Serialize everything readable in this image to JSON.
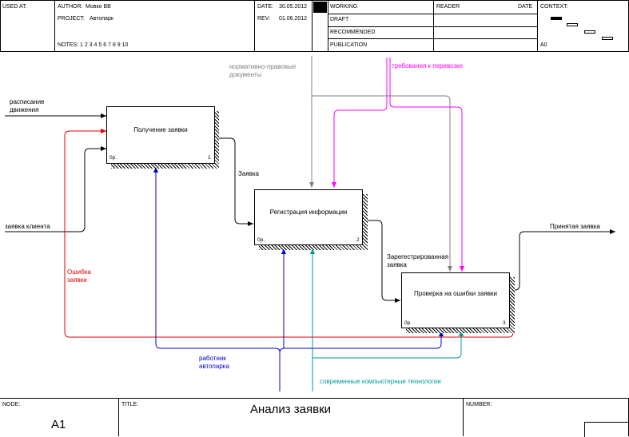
{
  "header": {
    "used_at": "USED AT:",
    "author_label": "AUTHOR:",
    "author": "Мовко ВВ",
    "project_label": "PROJECT:",
    "project": "Автопарк",
    "notes": "NOTES:  1  2  3  4  5  6  7  8  9  10",
    "date_label": "DATE:",
    "date": "30.05.2012",
    "rev_label": "REV:",
    "rev": "01.06.2012",
    "status": [
      "WORKING",
      "DRAFT",
      "RECOMMENDED",
      "PUBLICATION"
    ],
    "reader": "READER",
    "reader_date": "DATE",
    "context": "CONTEXT:",
    "context_node": "A0"
  },
  "boxes": [
    {
      "title": "Получение заявки",
      "cost": "0р.",
      "number": "1"
    },
    {
      "title": "Регистрация информации",
      "cost": "0р.",
      "number": "2"
    },
    {
      "title": "Проверка на ошибки заявки",
      "cost": "0р.",
      "number": "3"
    }
  ],
  "arrows": {
    "schedule": "расписание\nдвижения",
    "client_request": "заявка клиента",
    "regulatory": "нормативно-правовые\nдокументы",
    "transport_requirements": "требования к перевозке",
    "request": "Заявка",
    "registered_request": "Зарегестрированная\nзаявка",
    "accepted_request": "Принятая заявка",
    "request_error": "Ошибка\nзаявки",
    "fleet_worker": "работник\nавтопарка",
    "modern_tech": "современные компьютерные технологии"
  },
  "colors": {
    "red": "#e00000",
    "blue": "#0000cc",
    "magenta": "#ff00ff",
    "gray": "#808080",
    "teal": "#009999"
  },
  "footer": {
    "node_label": "NODE:",
    "node": "A1",
    "title_label": "TITLE:",
    "title": "Анализ заявки",
    "number_label": "NUMBER:"
  }
}
